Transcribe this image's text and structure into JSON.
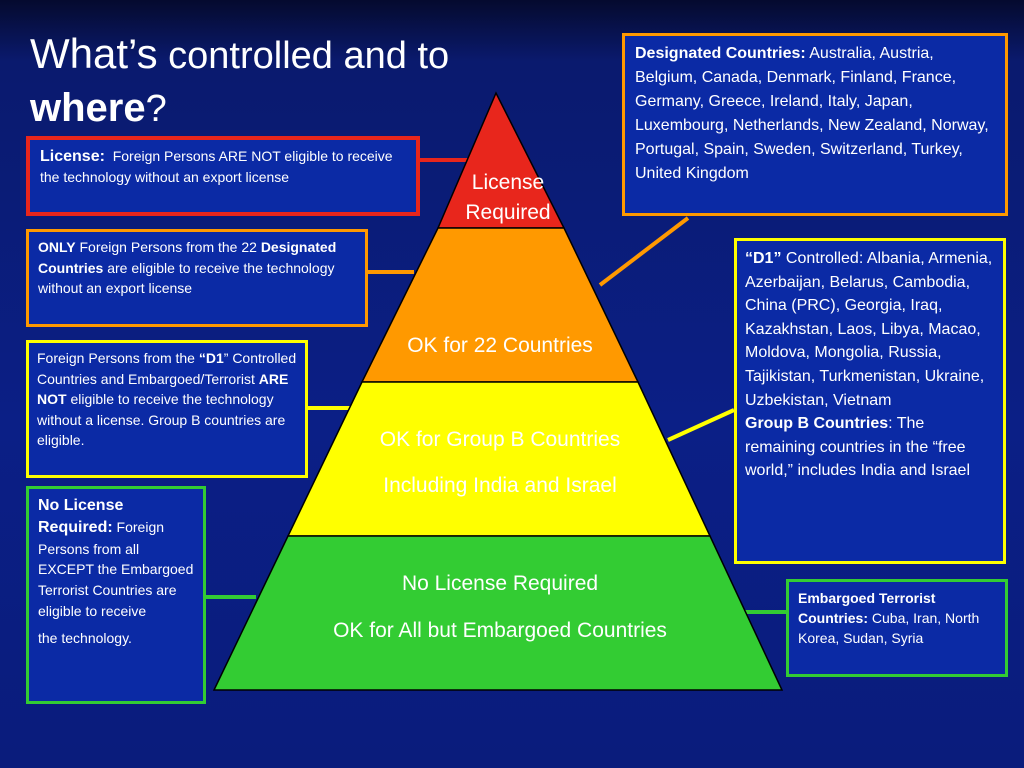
{
  "title": {
    "what": "What’s",
    "rest1": " controlled and to",
    "where": "where",
    "qmark": "?"
  },
  "pyramid": {
    "license_line1": "License",
    "license_line2": "Required",
    "tier22": "OK for 22 Countries",
    "groupb_line1": "OK for Group B Countries",
    "groupb_line2": "Including India and Israel",
    "nolicense_line1": "No License Required",
    "nolicense_line2": "OK for All but Embargoed Countries"
  },
  "boxes": {
    "license": {
      "heading": "License:",
      "text": "Foreign Persons ARE NOT eligible to receive the technology without an export license"
    },
    "only22": {
      "only": "ONLY",
      "t1": " Foreign Persons from the 22 ",
      "designated": "Designated Countries",
      "t2": " are eligible to receive the technology without an export license"
    },
    "d1": {
      "t1": "Foreign Persons from the ",
      "d1": "“D1",
      "t2": "” Controlled Countries and Embargoed/Terrorist ",
      "arenot": "ARE NOT",
      "t3": " eligible to receive the technology without a license.  Group B countries are eligible."
    },
    "nolicense": {
      "heading": "No License Required:",
      "t1": " Foreign Persons from all EXCEPT the Embargoed Terrorist Countries are eligible to receive",
      "t2": "the technology."
    },
    "designated": {
      "heading": "Designated Countries:",
      "text": "  Australia, Austria, Belgium, Canada, Denmark, Finland, France, Germany, Greece, Ireland, Italy, Japan, Luxembourg, Netherlands, New Zealand, Norway, Portugal, Spain, Sweden, Switzerland, Turkey, United Kingdom"
    },
    "d1controlled": {
      "heading": "“D1”",
      "text": " Controlled:  Albania, Armenia, Azerbaijan, Belarus, Cambodia, China (PRC), Georgia, Iraq, Kazakhstan, Laos, Libya, Macao, Moldova, Mongolia, Russia, Tajikistan, Turkmenistan, Ukraine, Uzbekistan, Vietnam",
      "groupb": "Group B Countries",
      "groupb_text": ":  The remaining countries in the “free world,” includes India and Israel"
    },
    "embargoed": {
      "heading": "Embargoed Terrorist Countries:",
      "text": "  Cuba, Iran, North Korea, Sudan, Syria"
    }
  },
  "colors": {
    "red": "#e8261c",
    "orange": "#ff9900",
    "yellow": "#ffff00",
    "green": "#33cc33",
    "box_bg": "#0b2aa5"
  }
}
